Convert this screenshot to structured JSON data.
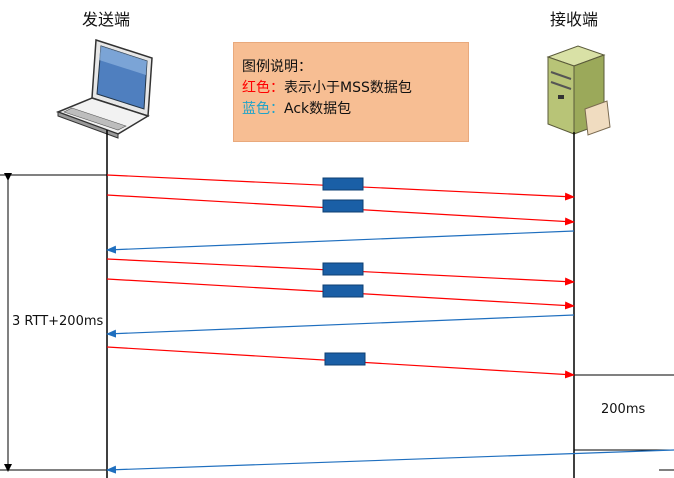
{
  "sender": {
    "label": "发送端",
    "icon": "laptop-icon"
  },
  "receiver": {
    "label": "接收端",
    "icon": "server-icon"
  },
  "legend": {
    "title": "图例说明：",
    "red_key": "红色",
    "red_sep": "：",
    "red_desc": "表示小于MSS数据包",
    "blue_key": "蓝色",
    "blue_sep": "：",
    "blue_desc": "Ack数据包"
  },
  "timing": {
    "total_label": "3 RTT+200ms",
    "delay_label": "200ms"
  },
  "colors": {
    "data_packet": "#ff0000",
    "ack_packet": "#1f6fbf",
    "packet_box": "#1a5fa6",
    "legend_bg": "#f7be93"
  }
}
